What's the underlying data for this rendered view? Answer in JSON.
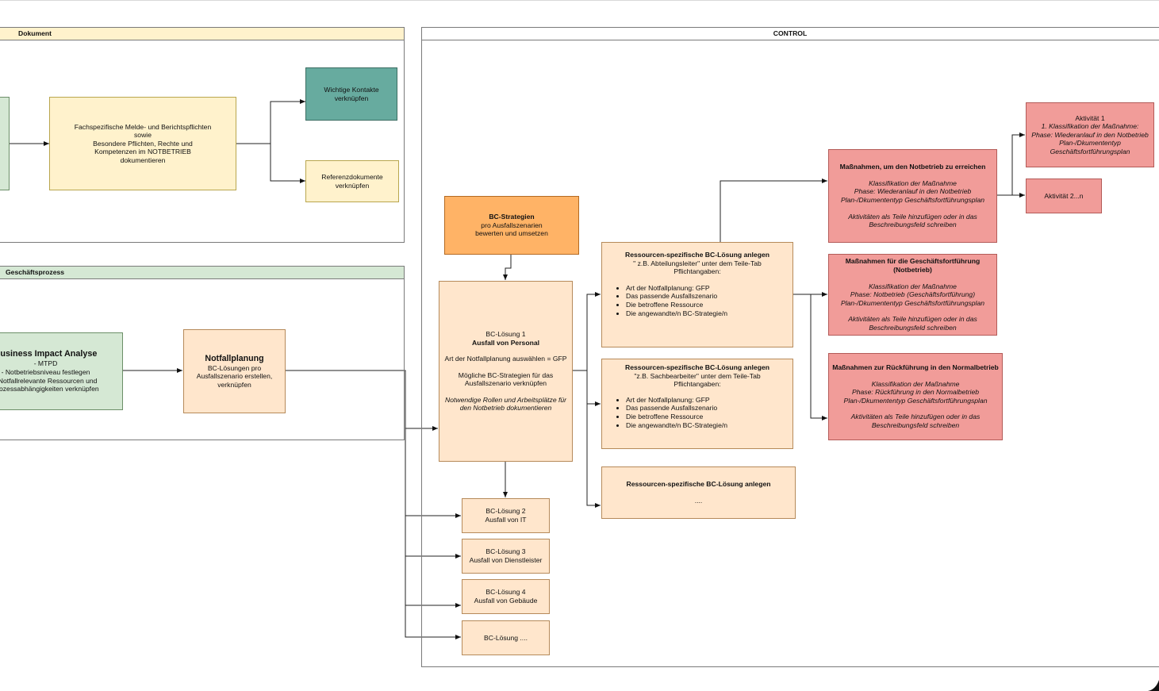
{
  "lanes": {
    "dokument": "Dokument",
    "control": "CONTROL",
    "geschaeftsprozess": "Geschäftsprozess"
  },
  "dokument": {
    "pflichten": [
      "Fachspezifische Melde- und Berichtspflichten",
      "sowie",
      "Besondere Pflichten, Rechte und",
      "Kompetenzen im NOTBETRIEB",
      "dokumentieren"
    ],
    "kontakte": [
      "Wichtige Kontakte",
      "verknüpfen"
    ],
    "referenz": [
      "Referenzdokumente",
      "verknüpfen"
    ]
  },
  "prozess": {
    "bia_title": "Business Impact Analyse",
    "bia_lines": [
      "- MTPD",
      "- Notbetriebsniveau festlegen",
      "- Notfallrelevante Ressourcen und",
      "Prozessabhängigkeiten verknüpfen"
    ],
    "notfall_title": "Notfallplanung",
    "notfall_lines": [
      "BC-Lösungen pro",
      "Ausfallszenario erstellen,",
      "verknüpfen"
    ]
  },
  "control": {
    "strategien_title": "BC-Strategien",
    "strategien_lines": [
      "pro Ausfallszenarien",
      "bewerten und umsetzen"
    ],
    "bc1": {
      "line1": "BC-Lösung 1",
      "title": "Ausfall von Personal",
      "line2": "Art der Notfallplanung auswählen = GFP",
      "line3": [
        "Mögliche BC-Strategien für das",
        "Ausfallszenario verknüpfen"
      ],
      "line4": [
        "Notwendige Rollen und Arbeitsplätze für",
        "den Notbetrieb dokumentieren"
      ]
    },
    "bc_more": [
      [
        "BC-Lösung 2",
        "Ausfall von IT"
      ],
      [
        "BC-Lösung 3",
        "Ausfall von Dienstleister"
      ],
      [
        "BC-Lösung 4",
        "Ausfall von Gebäude"
      ],
      [
        "BC-Lösung ...."
      ]
    ],
    "res1": {
      "title": "Ressourcen-spezifische BC-Lösung anlegen",
      "sub": [
        "\" z.B. Abteilungsleiter\" unter dem Teile-Tab",
        "Pflichtangaben:"
      ],
      "items": [
        "Art der Notfallplanung: GFP",
        "Das passende Ausfallszenario",
        "Die betroffene Ressource",
        "Die angewandte/n BC-Strategie/n"
      ]
    },
    "res2": {
      "title": "Ressourcen-spezifische BC-Lösung anlegen",
      "sub": [
        "\"z.B. Sachbearbeiter\" unter dem Teile-Tab",
        "Pflichtangaben:"
      ],
      "items": [
        "Art der Notfallplanung: GFP",
        "Das passende Ausfallszenario",
        "Die betroffene Ressource",
        "Die angewandte/n BC-Strategie/n"
      ]
    },
    "res3": {
      "title": "Ressourcen-spezifische BC-Lösung anlegen",
      "sub": "...."
    },
    "mass1": {
      "title": "Maßnahmen, um den Notbetrieb zu erreichen",
      "lines": [
        "Klassifikation der Maßnahme",
        "Phase: Wiederanlauf in den Notbetrieb",
        "Plan-/Dkumententyp Geschäftsfortführungsplan"
      ],
      "note": [
        "Aktivitäten als Teile hinzufügen oder in das",
        "Beschreibungsfeld schreiben"
      ]
    },
    "mass2": {
      "title": [
        "Maßnahmen für die Geschäftsfortführung",
        "(Notbetrieb)"
      ],
      "lines": [
        "Klassifikation der Maßnahme",
        "Phase: Notbetrieb (Geschäftsfortführung)",
        "Plan-/Dkumententyp Geschäftsfortführungsplan"
      ],
      "note": [
        "Aktivitäten als Teile hinzufügen oder in das",
        "Beschreibungsfeld schreiben"
      ]
    },
    "mass3": {
      "title": "Maßnahmen zur Rückführung in den Normalbetrieb",
      "lines": [
        "Klassifikation der Maßnahme",
        "Phase: Rückführung in den Normalbetrieb",
        "Plan-/Dkumententyp Geschäftsfortführungsplan"
      ],
      "note": [
        "Aktivitäten als Teile hinzufügen oder in das",
        "Beschreibungsfeld schreiben"
      ]
    },
    "akt1": {
      "title": "Aktivität 1",
      "lines": [
        "1. Klassifikation der Maßnahme:",
        "Phase: Wiederanlauf in den Notbetrieb",
        "Plan-/Dkumententyp",
        "Geschäftsfortführungsplan"
      ]
    },
    "akt2": "Aktivität 2...n"
  },
  "colors": {
    "yellow": "#fff2cc",
    "teal": "#67ab9f",
    "peach": "#ffe6cc",
    "orange": "#ffb366",
    "green": "#d5e8d4",
    "red": "#f19c99"
  }
}
